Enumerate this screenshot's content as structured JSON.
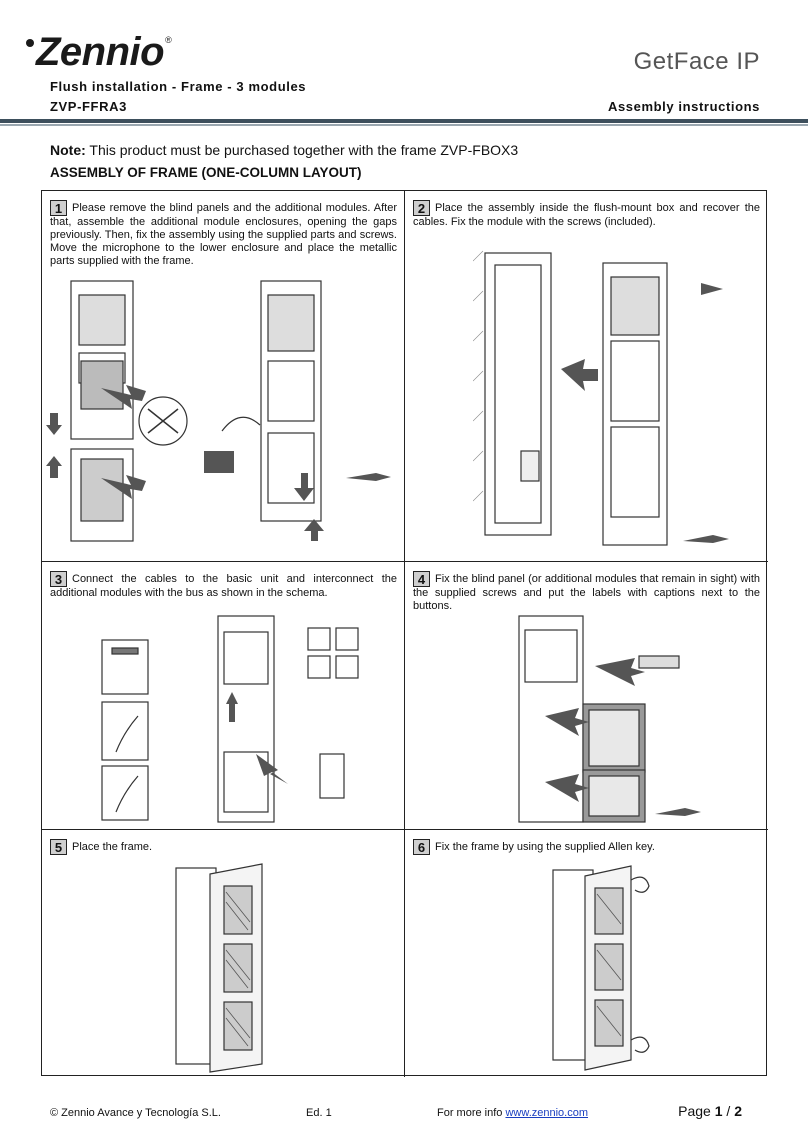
{
  "header": {
    "logo": "Zennio",
    "product": "GetFace IP",
    "subtitle": "Flush installation - Frame - 3 modules",
    "model": "ZVP-FFRA3",
    "doc_type": "Assembly instructions"
  },
  "note": {
    "label": "Note:",
    "text": " This product must be purchased together with the frame ZVP-FBOX3"
  },
  "section_title": "ASSEMBLY OF FRAME (ONE-COLUMN LAYOUT)",
  "steps": [
    {
      "number": "1",
      "text": "Please remove the blind panels and the additional modules. After that, assemble the additional module enclosures, opening the gaps previously. Then, fix the assembly using the supplied parts and screws. Move the microphone to the lower enclosure and place the metallic parts supplied with the frame."
    },
    {
      "number": "2",
      "text": "Place the assembly inside the flush-mount box and recover the cables. Fix the module with the screws (included)."
    },
    {
      "number": "3",
      "text": "Connect the cables to the basic unit and interconnect the additional modules with the bus as shown in the schema."
    },
    {
      "number": "4",
      "text": "Fix the blind panel (or additional modules that remain in sight) with the supplied screws and put the labels with captions next to the buttons."
    },
    {
      "number": "5",
      "text": "Place the frame."
    },
    {
      "number": "6",
      "text": "Fix the frame by using the supplied Allen key."
    }
  ],
  "footer": {
    "copyright": "© Zennio Avance y Tecnología S.L.",
    "edition": "Ed. 1",
    "more_info": "For more info ",
    "link": "www.zennio.com",
    "page_label": "Page ",
    "page_current": "1",
    "page_sep": " / ",
    "page_total": "2"
  },
  "colors": {
    "header_rule": "#3d4f5c",
    "link": "#1a3fc0",
    "arrow": "#555555"
  }
}
